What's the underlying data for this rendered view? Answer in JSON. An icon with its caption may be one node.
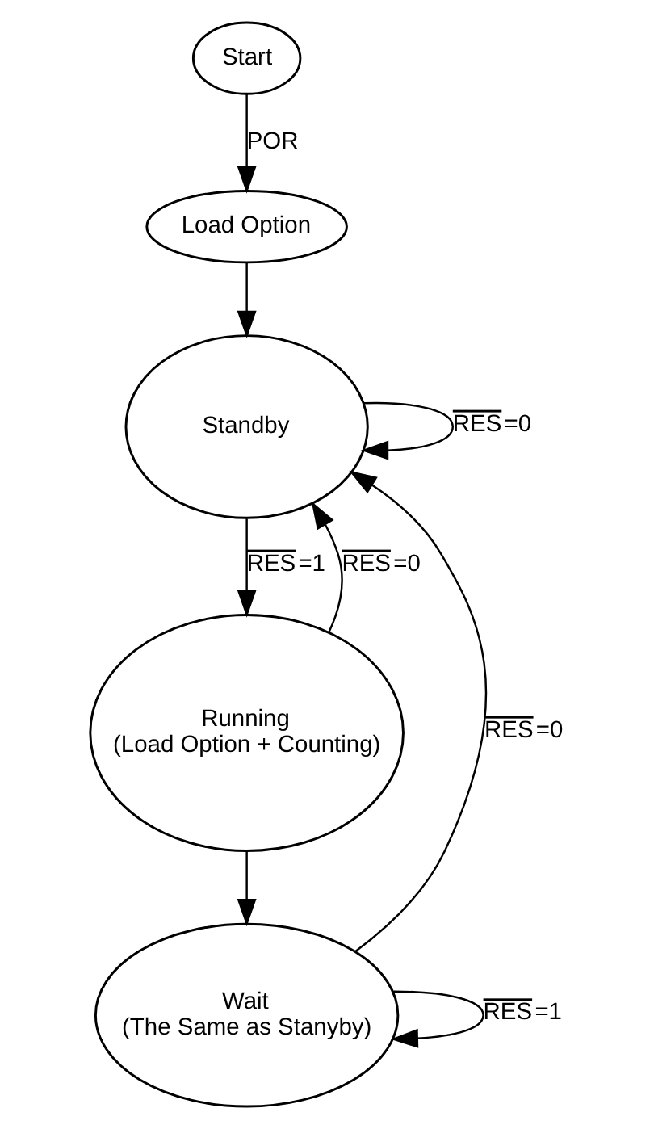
{
  "diagram": {
    "nodes": [
      {
        "text": [
          "Start"
        ]
      },
      {
        "text": [
          "Load Option"
        ]
      },
      {
        "text": [
          "Standby"
        ]
      },
      {
        "text": [
          "Running",
          "(Load Option + Counting)"
        ]
      },
      {
        "text": [
          "Wait",
          "(The Same as Stanyby)"
        ]
      }
    ],
    "edges": [
      {
        "from": 0,
        "to": 1,
        "arrow": "to",
        "label": "POR"
      },
      {
        "from": 1,
        "to": 2,
        "arrow": "to"
      },
      {
        "from": 2,
        "to": 2,
        "arrow": "to",
        "label": "RES=0"
      },
      {
        "from": 2,
        "to": 3,
        "arrow": "to",
        "label": "RES=1"
      },
      {
        "from": 3,
        "to": 2,
        "arrow": "to",
        "label": "RES=0"
      },
      {
        "from": 3,
        "to": 4,
        "arrow": "to"
      },
      {
        "from": 4,
        "to": 4,
        "arrow": "to",
        "label": "RES=1"
      },
      {
        "from": 4,
        "to": 2,
        "arrow": "to",
        "label": "RES=0"
      }
    ]
  }
}
